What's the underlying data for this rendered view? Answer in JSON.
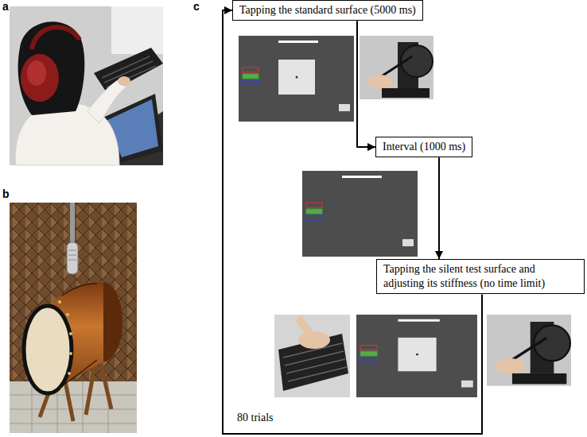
{
  "diagram": {
    "nodes": [
      {
        "text": [
          "Tapping the standard surface (5000 ms)"
        ]
      },
      {
        "text": [
          "Interval (1000 ms)"
        ]
      },
      {
        "text": [
          "Tapping the silent test surface and adjusting its stiffness (no time limit)"
        ]
      }
    ],
    "edges": [
      {
        "from": 0,
        "to": 1,
        "arrow": "to"
      },
      {
        "from": 1,
        "to": 2,
        "arrow": "to"
      },
      {
        "from": 2,
        "to": 0,
        "arrow": "to"
      }
    ],
    "labels": [
      "a",
      "b",
      "c",
      "80 trials"
    ]
  }
}
